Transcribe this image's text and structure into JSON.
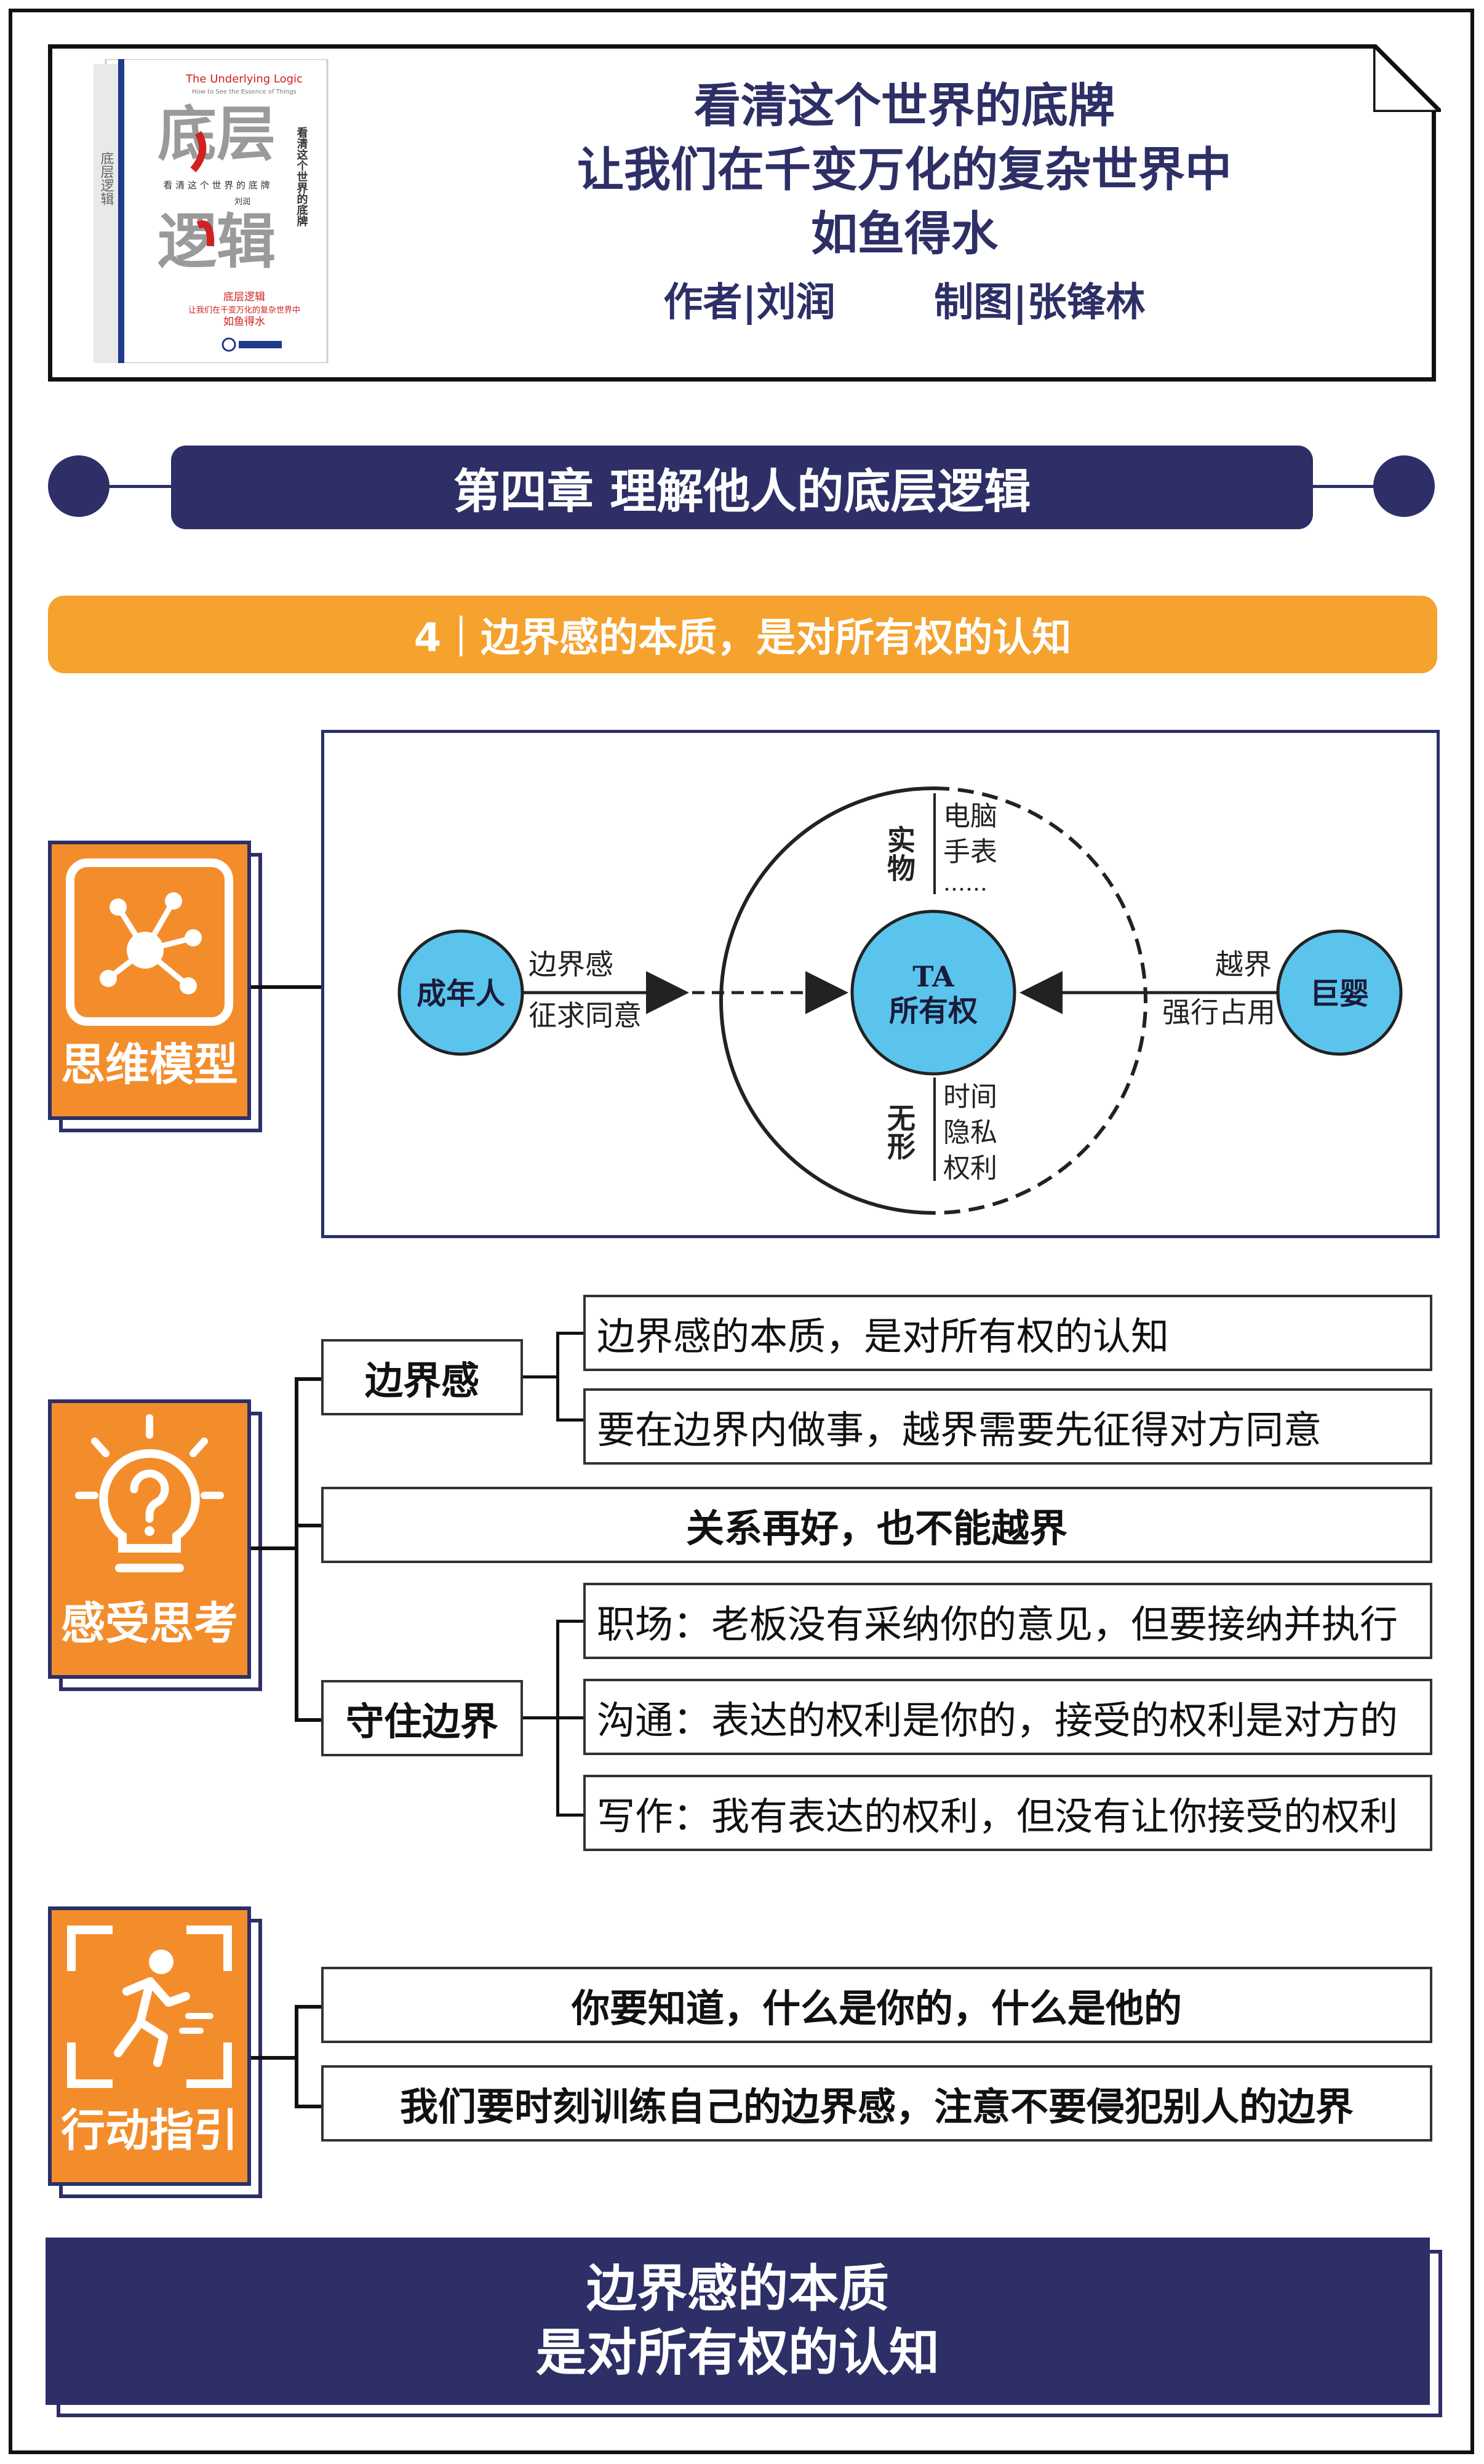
{
  "header": {
    "book": {
      "title_en": "The Underlying Logic",
      "subtitle_en": "How to See the Essence of Things",
      "title_line1": "底层",
      "title_line2": "逻辑",
      "tagline": "看 清 这 个 世 界 的 底 牌",
      "author": "刘润",
      "blurb_1": "底层逻辑",
      "blurb_2": "让我们在千变万化的复杂世界中",
      "blurb_3": "如鱼得水",
      "spine": "底层逻辑",
      "side": "看清这个世界的底牌"
    },
    "slogan_line1": "看清这个世界的底牌",
    "slogan_line2": "让我们在千变万化的复杂世界中",
    "slogan_line3": "如鱼得水",
    "author_label": "作者|刘润",
    "illustrator_label": "制图|张锋林"
  },
  "chapter_title": "第四章 理解他人的底层逻辑",
  "section_title": "4｜边界感的本质，是对所有权的认知",
  "cards": {
    "model": "思维模型",
    "think": "感受思考",
    "action": "行动指引"
  },
  "diagram": {
    "center_line1": "TA",
    "center_line2": "所有权",
    "left_node": "成年人",
    "right_node": "巨婴",
    "left_top": "边界感",
    "left_bottom": "征求同意",
    "right_top": "越界",
    "right_bottom": "强行占用",
    "tangible_label": "实物",
    "tangible_items": [
      "电脑",
      "手表",
      "……"
    ],
    "intangible_label": "无形",
    "intangible_items": [
      "时间",
      "隐私",
      "权利"
    ],
    "colors": {
      "node": "#5bc4ec",
      "line": "#222222"
    }
  },
  "think": {
    "boundary": "边界感",
    "boundary_items": [
      "边界感的本质，是对所有权的认知",
      "要在边界内做事，越界需要先征得对方同意"
    ],
    "middle": "关系再好，也不能越界",
    "keep": "守住边界",
    "keep_items": [
      "职场：老板没有采纳你的意见，但要接纳并执行",
      "沟通：表达的权利是你的，接受的权利是对方的",
      "写作：我有表达的权利，但没有让你接受的权利"
    ]
  },
  "action": {
    "items": [
      "你要知道，什么是你的，什么是他的",
      "我们要时刻训练自己的边界感，注意不要侵犯别人的边界"
    ]
  },
  "conclusion": {
    "line1": "边界感的本质",
    "line2": "是对所有权的认知"
  },
  "colors": {
    "navy": "#2d2f66",
    "orange": "#f38d2c",
    "bar": "#f5a22e"
  }
}
